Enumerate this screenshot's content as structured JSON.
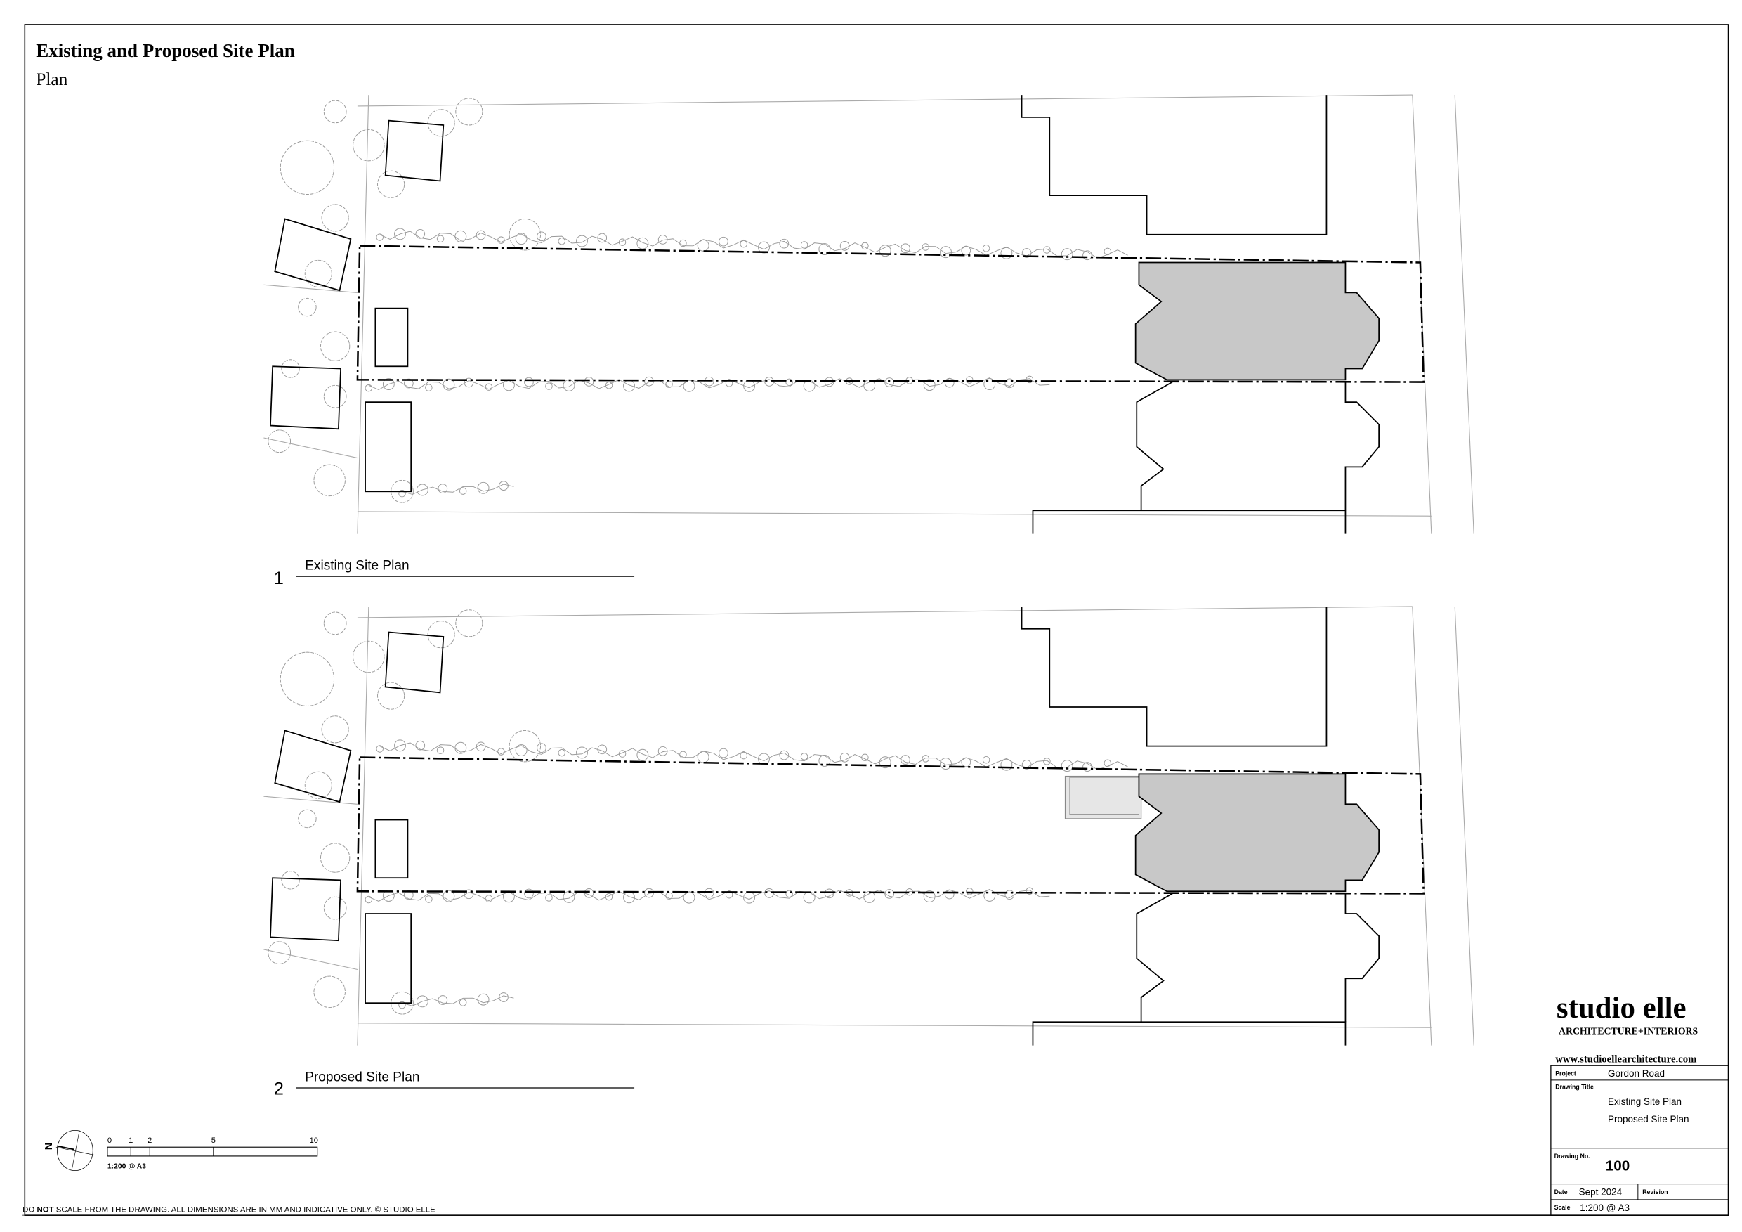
{
  "sheet": {
    "title": "Existing and Proposed Site Plan",
    "subtitle": "Plan"
  },
  "views": [
    {
      "number": "1",
      "label": "Existing Site Plan"
    },
    {
      "number": "2",
      "label": "Proposed Site Plan"
    }
  ],
  "colors": {
    "existing_house": "#c8c8c8",
    "proposed_extension": "#e6e6e6"
  },
  "scale_bar": {
    "ticks": [
      "0",
      "1",
      "2",
      "5",
      "10"
    ],
    "label": "1:200 @ A3",
    "north_label": "N"
  },
  "disclaimer": {
    "prefix": "DO ",
    "bold": "NOT",
    "rest": " SCALE FROM THE DRAWING. ALL DIMENSIONS ARE IN MM AND INDICATIVE ONLY. © STUDIO ELLE"
  },
  "title_block": {
    "logo": "studio elle",
    "tagline": "ARCHITECTURE+INTERIORS",
    "website": "www.studioellearchitecture.com",
    "project_label": "Project",
    "project": "Gordon Road",
    "drawing_title_label": "Drawing Title",
    "drawing_titles": [
      "Existing Site Plan",
      "Proposed Site Plan"
    ],
    "drawing_no_label": "Drawing No.",
    "drawing_no": "100",
    "date_label": "Date",
    "date": "Sept 2024",
    "revision_label": "Revision",
    "scale_label": "Scale",
    "scale": "1:200 @ A3"
  }
}
